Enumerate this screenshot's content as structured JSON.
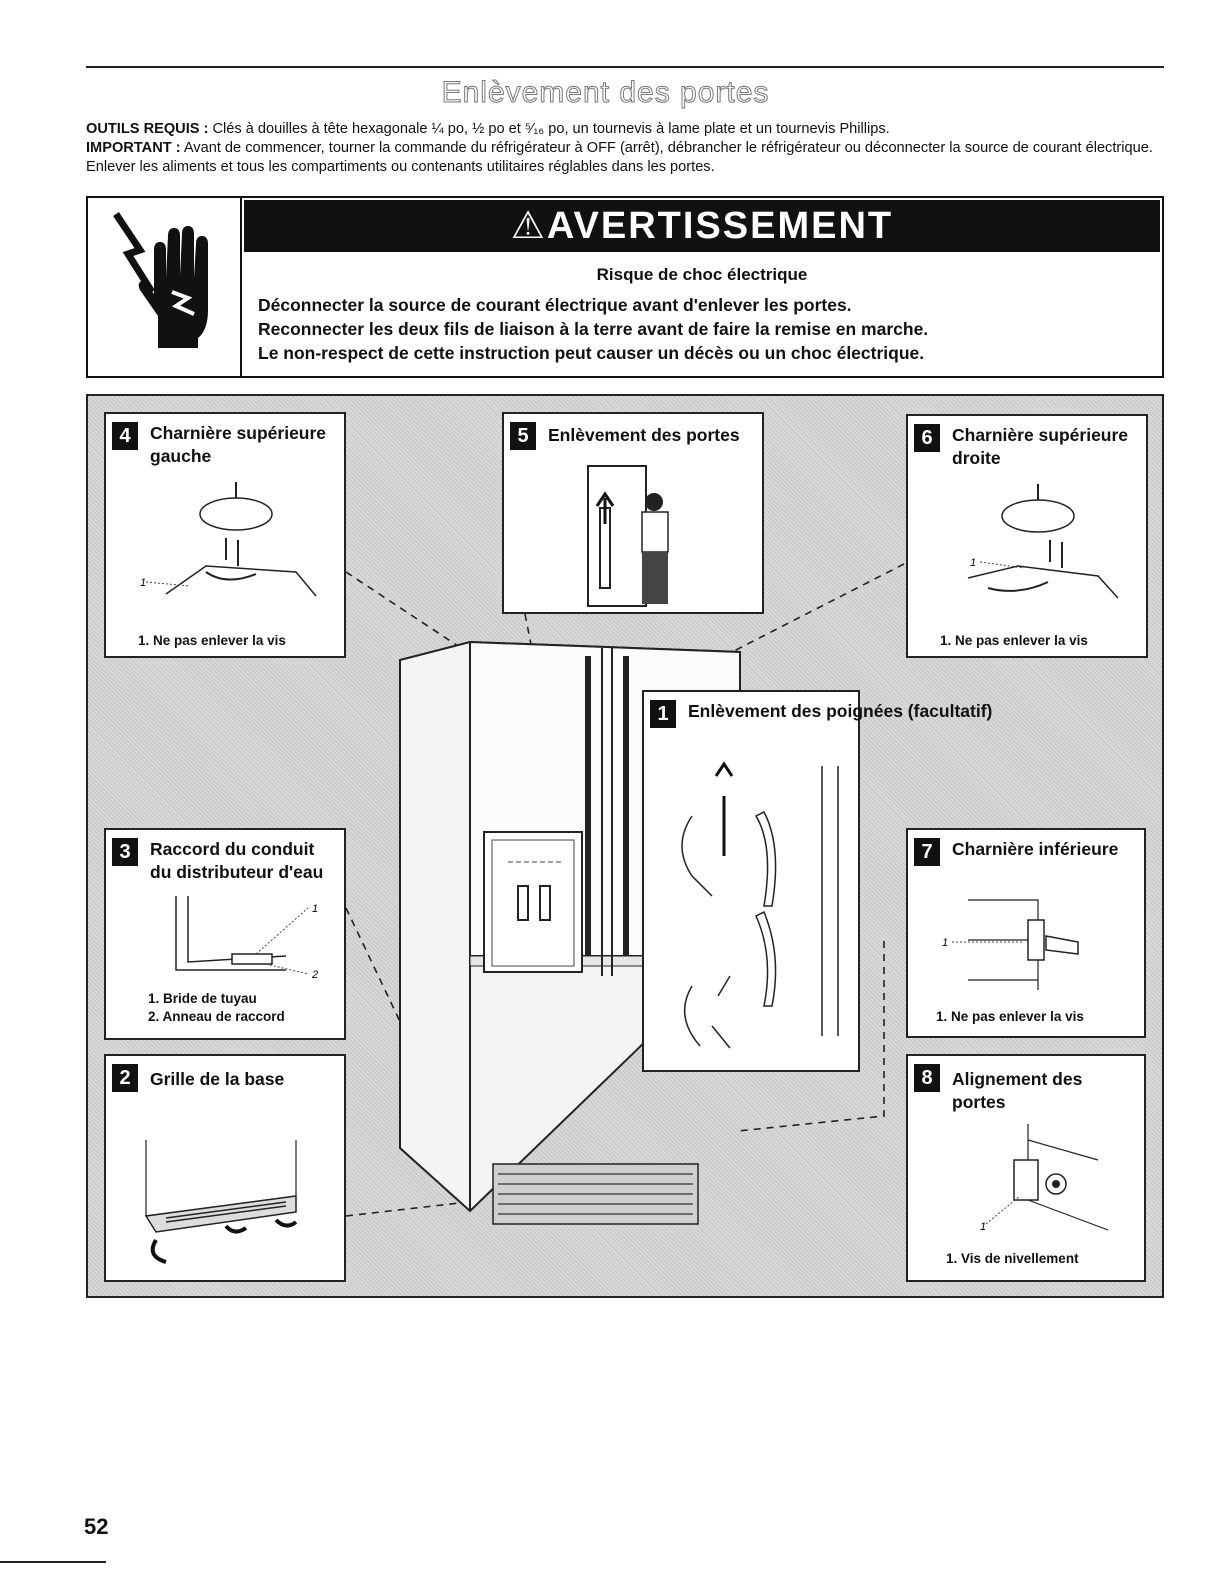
{
  "header": {
    "title": "Enlèvement des portes"
  },
  "intro": {
    "tools_label": "OUTILS REQUIS :",
    "tools_text": " Clés à douilles à tête hexagonale ¼ po, ½ po et ⁵⁄₁₆ po, un tournevis à lame plate et un tournevis Phillips.",
    "important_label": "IMPORTANT :",
    "important_text": " Avant de commencer, tourner la commande du réfrigérateur à OFF (arrêt), débrancher le réfrigérateur ou déconnecter la source de courant électrique. Enlever les aliments et tous les compartiments ou contenants utilitaires réglables dans les portes."
  },
  "warning": {
    "banner": "⚠AVERTISSEMENT",
    "subtitle": "Risque de choc électrique",
    "lines": [
      "Déconnecter la source de courant électrique avant d'enlever les portes.",
      "Reconnecter les deux fils de liaison à la terre avant de faire la remise en marche.",
      "Le non-respect de cette instruction peut causer un décès ou un choc électrique."
    ],
    "icon": "electric-shock-hand-icon"
  },
  "steps": {
    "s4": {
      "num": "4",
      "title": "Charnière supérieure gauche",
      "captions": [
        "1. Ne pas enlever la vis"
      ],
      "callouts": [
        "1"
      ]
    },
    "s5": {
      "num": "5",
      "title": "Enlèvement des portes"
    },
    "s6": {
      "num": "6",
      "title": "Charnière supérieure droite",
      "captions": [
        "1. Ne pas enlever la vis"
      ],
      "callouts": [
        "1"
      ]
    },
    "s1": {
      "num": "1",
      "title": "Enlèvement des poignées (facultatif)"
    },
    "s3": {
      "num": "3",
      "title": "Raccord du conduit du distributeur d'eau",
      "captions": [
        "1. Bride de tuyau",
        "2. Anneau de raccord"
      ],
      "callouts": [
        "1",
        "2"
      ]
    },
    "s7": {
      "num": "7",
      "title": "Charnière inférieure",
      "captions": [
        "1. Ne pas enlever la vis"
      ],
      "callouts": [
        "1"
      ]
    },
    "s2": {
      "num": "2",
      "title": "Grille de la base"
    },
    "s8": {
      "num": "8",
      "title": "Alignement des portes",
      "captions": [
        "1. Vis de nivellement"
      ],
      "callouts": [
        "1"
      ]
    }
  },
  "footer": {
    "page_number": "52"
  }
}
